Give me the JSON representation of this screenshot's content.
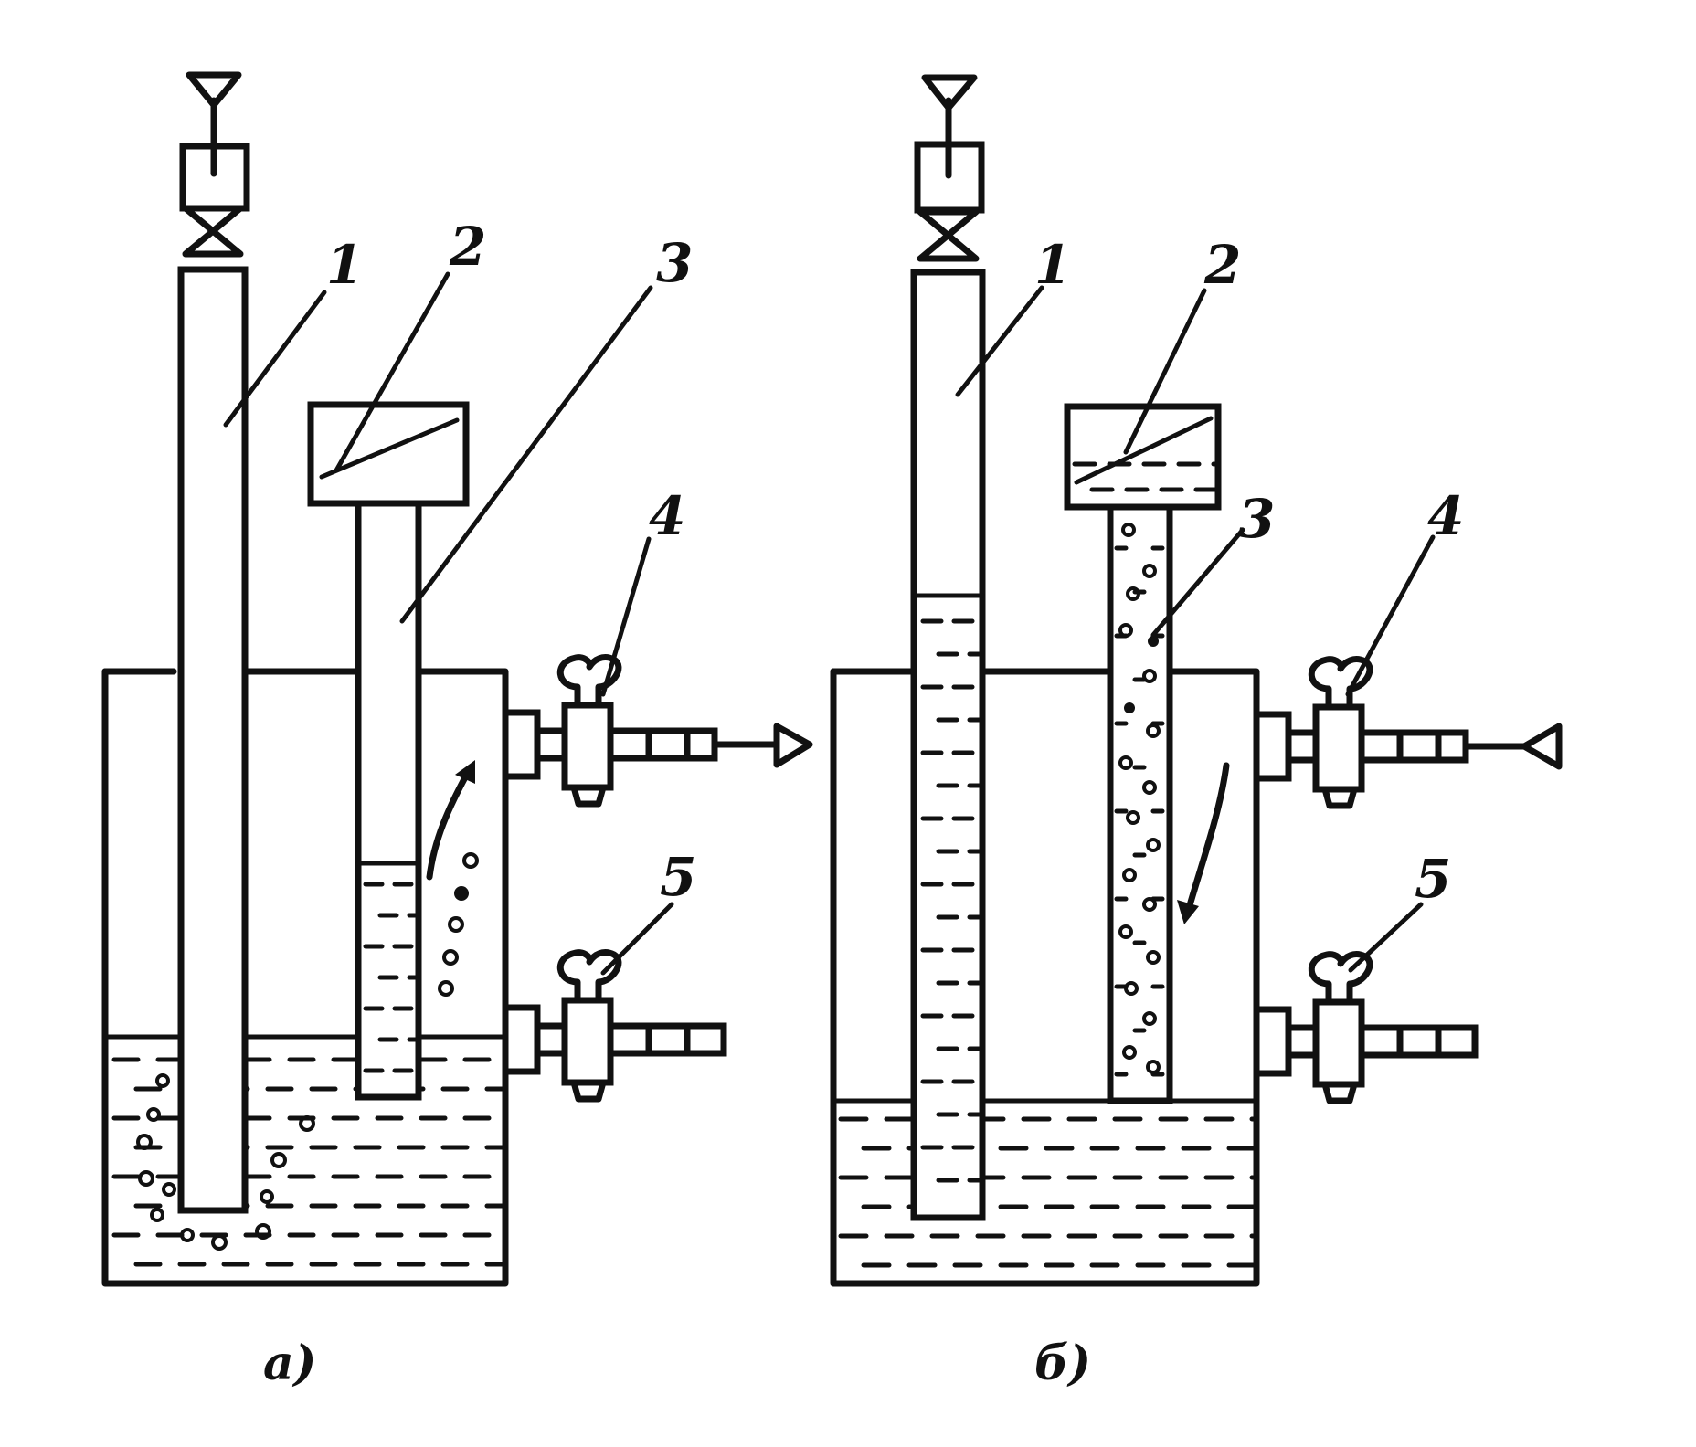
{
  "labels": {
    "a": [
      "1",
      "2",
      "3",
      "4",
      "5"
    ],
    "b": [
      "1",
      "2",
      "3",
      "4",
      "5"
    ]
  },
  "captions": {
    "a": "а)",
    "b": "б)"
  }
}
